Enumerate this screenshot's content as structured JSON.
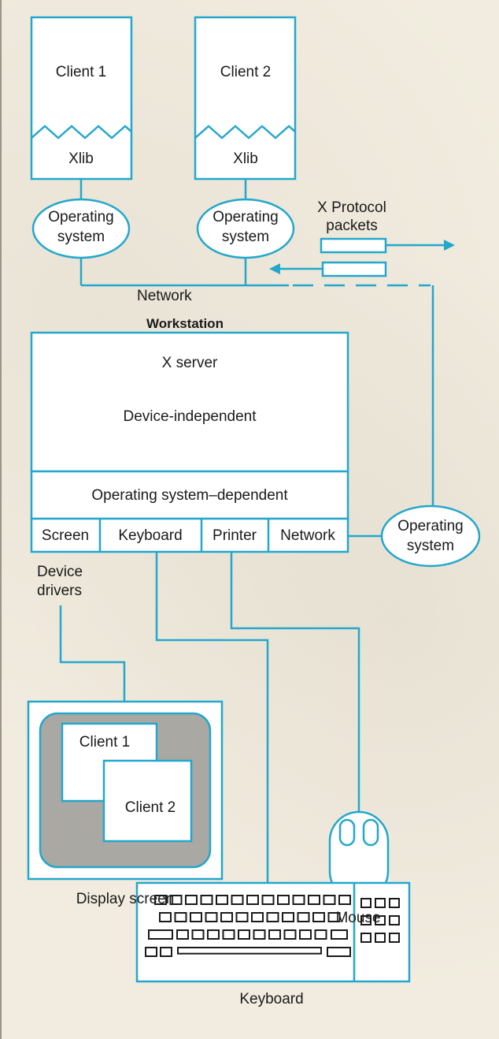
{
  "colors": {
    "line": "#23a7cc",
    "box_fill": "#ffffff",
    "screen_gray": "#aaa8a3",
    "paper": "#f1ecdf",
    "text": "#1a1a1a"
  },
  "clients": [
    {
      "name": "Client 1",
      "lib": "Xlib",
      "os": [
        "Operating",
        "system"
      ]
    },
    {
      "name": "Client 2",
      "lib": "Xlib",
      "os": [
        "Operating",
        "system"
      ]
    }
  ],
  "protocol": {
    "line1": "X Protocol",
    "line2": "packets"
  },
  "network_label": "Network",
  "workstation": {
    "title": "Workstation",
    "x_server": "X server",
    "device_independent": "Device-independent",
    "os_dependent": "Operating system–dependent",
    "drivers": [
      "Screen",
      "Keyboard",
      "Printer",
      "Network"
    ],
    "os": [
      "Operating",
      "system"
    ]
  },
  "device_drivers": [
    "Device",
    "drivers"
  ],
  "display": {
    "window1": "Client 1",
    "window2": "Client 2",
    "caption": "Display screen"
  },
  "mouse_label": "Mouse",
  "keyboard_label": "Keyboard"
}
